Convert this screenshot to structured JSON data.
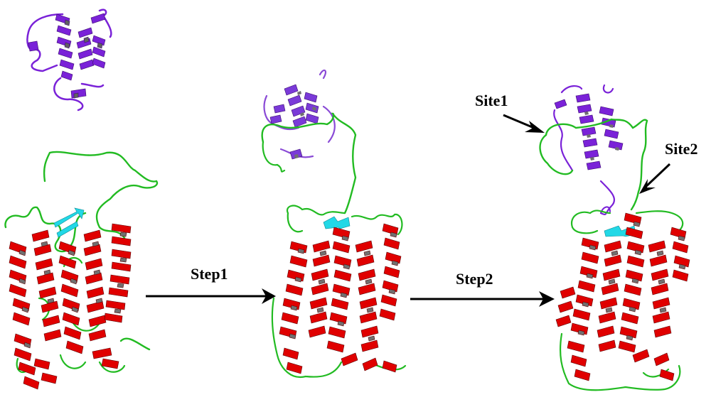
{
  "figure": {
    "panels": [
      {
        "id": "initial",
        "description": "Separated domains: purple helical domain (top) and red transmembrane helical bundle with green loops and cyan beta-strand"
      },
      {
        "id": "after-step1",
        "description": "Purple domain tethered above red helical bundle by green linker"
      },
      {
        "id": "after-step2",
        "description": "Purple domain docked onto red helical bundle at two contact sites"
      }
    ],
    "arrows": [
      {
        "label": "Step1"
      },
      {
        "label": "Step2"
      }
    ],
    "annotations": [
      {
        "label": "Site1"
      },
      {
        "label": "Site2"
      }
    ],
    "colors": {
      "helix_red": "#e00000",
      "helix_inner_gray": "#707070",
      "small_domain_purple": "#7a22d8",
      "small_domain_purple_light": "#8a4ad6",
      "loop_green": "#22bb22",
      "strand_cyan": "#22d8e6",
      "arrow_black": "#000000"
    }
  }
}
